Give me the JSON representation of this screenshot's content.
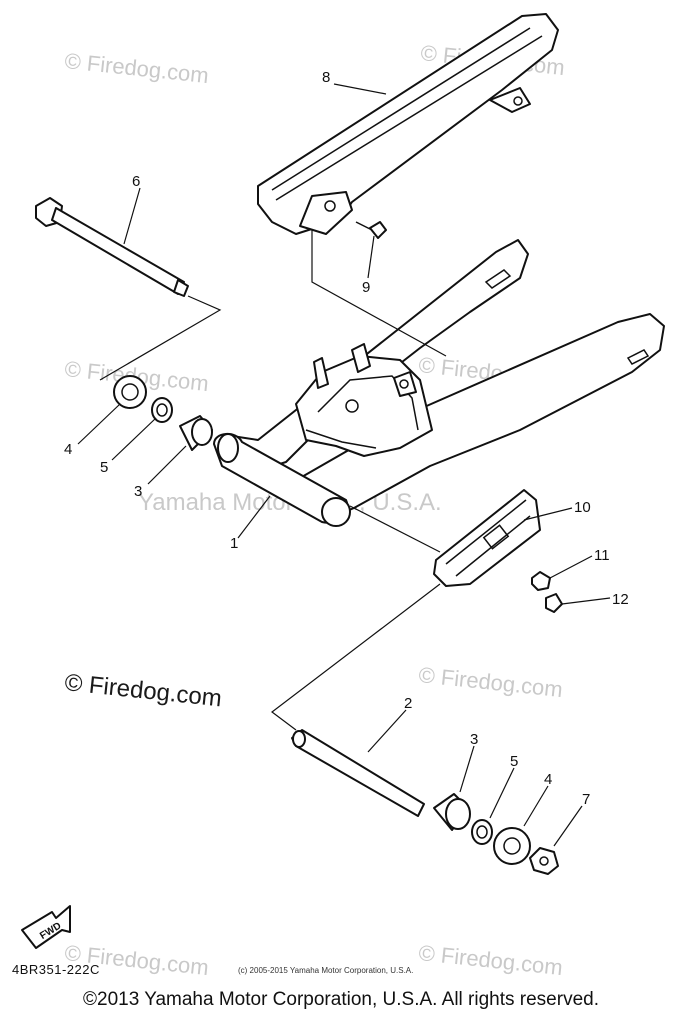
{
  "watermarks": {
    "light": "© Firedog.com",
    "dark": "© Firedog.com",
    "center": "Yamaha Motor Corp., U.S.A."
  },
  "callouts": [
    {
      "id": "1",
      "label": "1"
    },
    {
      "id": "2",
      "label": "2"
    },
    {
      "id": "3a",
      "label": "3"
    },
    {
      "id": "3b",
      "label": "3"
    },
    {
      "id": "4a",
      "label": "4"
    },
    {
      "id": "4b",
      "label": "4"
    },
    {
      "id": "5a",
      "label": "5"
    },
    {
      "id": "5b",
      "label": "5"
    },
    {
      "id": "6",
      "label": "6"
    },
    {
      "id": "7",
      "label": "7"
    },
    {
      "id": "8",
      "label": "8"
    },
    {
      "id": "9",
      "label": "9"
    },
    {
      "id": "10",
      "label": "10"
    },
    {
      "id": "11",
      "label": "11"
    },
    {
      "id": "12",
      "label": "12"
    }
  ],
  "fwd_label": "FWD",
  "diagram_code": "4BR351-222C",
  "small_copyright": "(c) 2005-2015 Yamaha Motor Corporation, U.S.A.",
  "footer_copyright": "©2013 Yamaha Motor Corporation, U.S.A. All rights reserved."
}
